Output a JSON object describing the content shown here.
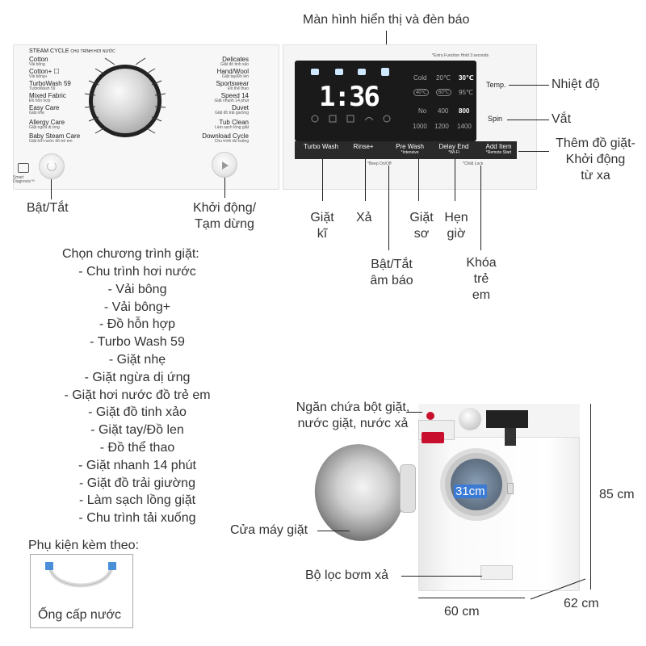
{
  "top_title": "Màn hình hiển thị và đèn báo",
  "panel": {
    "brand_line": "STEAM CYCLE",
    "brand_sub": "CHU TRÌNH HƠI NƯỚC",
    "extra_note": "*Extra Function Hold 3 seconds",
    "left_programs": [
      {
        "name": "Cotton",
        "sub": "Vải bông"
      },
      {
        "name": "Cotton+ ☐",
        "sub": "Vải bông+"
      },
      {
        "name": "TurboWash 59",
        "sub": "TurboWash 59"
      },
      {
        "name": "Mixed Fabric",
        "sub": "Đồ hỗn hợp"
      },
      {
        "name": "Easy Care",
        "sub": "Giặt nhẹ"
      },
      {
        "name": "Allergy Care",
        "sub": "Giặt ngừa dị ứng"
      },
      {
        "name": "Baby Steam Care",
        "sub": "Giặt hơi nước đồ trẻ em"
      }
    ],
    "right_programs": [
      {
        "name": "Delicates",
        "sub": "Giặt đồ tinh xảo"
      },
      {
        "name": "Hand/Wool",
        "sub": "Giặt tay/Đồ len"
      },
      {
        "name": "Sportswear",
        "sub": "Đồ thể thao"
      },
      {
        "name": "Speed 14",
        "sub": "Giặt nhanh 14 phút"
      },
      {
        "name": "Duvet",
        "sub": "Giặt đồ trải giường"
      },
      {
        "name": "Tub Clean",
        "sub": "Làm sạch lồng giặt"
      },
      {
        "name": "Download Cycle",
        "sub": "Chu trình tải xuống"
      }
    ],
    "smart_diag": "Smart Diagnosis™",
    "display_time": "1:36",
    "temp_cold": "Cold",
    "temp_20": "20℃",
    "temp_30": "30℃",
    "temp_40": "40℃",
    "temp_60": "60℃",
    "temp_95": "95℃",
    "spin_no": "No",
    "spin_400": "400",
    "spin_800": "800",
    "spin_1000": "1000",
    "spin_1200": "1200",
    "spin_1400": "1400",
    "btn_temp": "Temp.",
    "btn_spin": "Spin",
    "strip_buttons": [
      {
        "label": "Turbo Wash",
        "sub": ""
      },
      {
        "label": "Rinse+",
        "sub": ""
      },
      {
        "label": "Pre Wash",
        "sub": "*Intensive"
      },
      {
        "label": "Delay End",
        "sub": "*Wi-Fi"
      },
      {
        "label": "Add Item",
        "sub": "*Remote Start"
      }
    ],
    "beep_note": "*Beep On/Off",
    "child_note": "*Child Lock"
  },
  "labels": {
    "nhiet_do": "Nhiệt độ",
    "vat": "Vắt",
    "them_do": "Thêm đồ giặt-",
    "khoi_dong_tu_xa1": "Khởi động",
    "khoi_dong_tu_xa2": "từ xa",
    "bat_tat": "Bật/Tắt",
    "khoi_dong1": "Khởi động/",
    "khoi_dong2": "Tạm dừng",
    "giat_ki1": "Giặt",
    "giat_ki2": "kĩ",
    "xa": "Xả",
    "giat_so1": "Giặt",
    "giat_so2": "sơ",
    "hen_gio1": "Hẹn",
    "hen_gio2": "giờ",
    "bat_tat_am1": "Bật/Tắt",
    "bat_tat_am2": "âm báo",
    "khoa1": "Khóa",
    "khoa2": "trẻ",
    "khoa3": "em",
    "ngan_chua1": "Ngăn chứa bột giặt,",
    "ngan_chua2": "nước giặt, nước xả",
    "cua_may": "Cửa máy giặt",
    "bo_loc": "Bộ lọc bơm xả",
    "dim_31": "31cm",
    "dim_85": "85 cm",
    "dim_60": "60 cm",
    "dim_62": "62 cm"
  },
  "programs_title": "Chọn chương trình giặt:",
  "programs_list": [
    "- Chu trình hơi nước",
    "- Vải bông",
    "- Vải bông+",
    "- Đồ hỗn hợp",
    "- Turbo Wash 59",
    "- Giặt nhẹ",
    "- Giặt ngừa dị ứng",
    "- Giặt hơi nước đồ trẻ em",
    "-  Giặt đồ tinh xảo",
    "- Giặt tay/Đồ len",
    "- Đồ thể thao",
    "- Giặt nhanh 14 phút",
    "- Giặt đồ trải giường",
    "- Làm sạch lồng giặt",
    "- Chu trình tải xuống"
  ],
  "accessory_title": "Phụ kiện kèm theo:",
  "accessory_name": "Ống cấp nước",
  "colors": {
    "accent_blue": "#3b7bd4",
    "lg_red": "#c8102e"
  }
}
